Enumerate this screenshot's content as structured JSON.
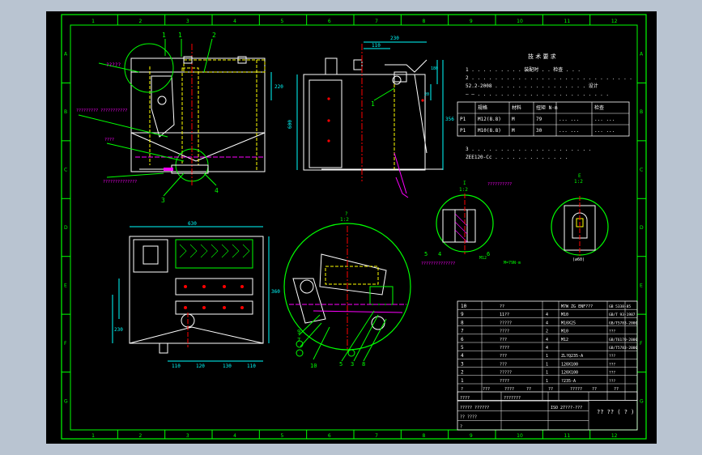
{
  "app": {
    "canvas_bg": "#000000",
    "window_bg": "#b9c4d1",
    "colors": {
      "frame": "#00ff00",
      "outline": "#ffffff",
      "hidden": "#ffff00",
      "center": "#ff0000",
      "section": "#ff00ff",
      "dim": "#00ffff",
      "hatch": "#00ff00"
    }
  },
  "border": {
    "top_zones": [
      "1",
      "2",
      "3",
      "4",
      "5",
      "6",
      "7",
      "8",
      "9",
      "10",
      "11",
      "12"
    ],
    "side_zones": [
      "A",
      "B",
      "C",
      "D",
      "E",
      "F",
      "G"
    ]
  },
  "views": {
    "front": {
      "part_labels": [
        "1",
        "2",
        "3",
        "4"
      ],
      "callouts": [
        "?????",
        "?????????\n???????????",
        "????",
        "??????????????"
      ],
      "dims": [
        "220"
      ]
    },
    "side": {
      "dims": [
        "110",
        "230",
        "180",
        "600",
        "356",
        "20"
      ],
      "part_labels": [
        "1"
      ]
    },
    "bottom": {
      "dims": [
        "630",
        "110",
        "120",
        "130",
        "110",
        "360",
        "230"
      ]
    },
    "detail_2": {
      "title": "?",
      "scale": "1:2",
      "part_labels": [
        "7",
        "9",
        "10",
        "5",
        "3",
        "8",
        "6"
      ]
    },
    "section_1": {
      "title": "I",
      "scale": "1:2",
      "labels": [
        "??????????",
        "??????????????",
        "5",
        "4",
        "6",
        "M12",
        "M=79N·m"
      ]
    },
    "section_E": {
      "title": "E",
      "scale": "1:2",
      "labels": [
        "(∅60)"
      ]
    }
  },
  "tech_req": {
    "title": "技 术 要 求",
    "lines": [
      "1 . . . . . . . . . 装配时 . . 检查 . . .",
      "2 . . . . . . . . . . . . . . . . . . . . . . . . . . . .",
      "52.2-2008 . . . . . . . . . . . . . . . . 设计",
      "— — . . . . . . . . . . . . . . . . . . . . . . ."
    ],
    "table_headers": [
      "",
      "规格",
      "材料",
      "扭矩 N·m",
      "",
      "检查"
    ],
    "table_rows": [
      [
        "P1",
        "M12(8.8)",
        "M",
        "79",
        "... ...",
        "... ..."
      ],
      [
        "P1",
        "M10(8.8)",
        "M",
        "30",
        "... ...",
        "... ..."
      ]
    ],
    "after_lines": [
      "3 . . . . . . . . . . . . . . . . . . . . .",
      "ZEE120-Cc . . . . . . . . . . . . ."
    ]
  },
  "bom": {
    "rows": [
      {
        "no": "10",
        "code": "??",
        "name": "M7W ZG ENF???",
        "qty": "",
        "mat": "",
        "std": "GB 5338-85"
      },
      {
        "no": "9",
        "code": "11??",
        "name": "M10",
        "qty": "4",
        "mat": "",
        "std": "GB/T 93-1987"
      },
      {
        "no": "8",
        "code": "?????",
        "name": "M10X25",
        "qty": "4",
        "mat": "",
        "std": "GB/T5783-2000"
      },
      {
        "no": "7",
        "code": "????",
        "name": "M10",
        "qty": "2",
        "mat": "",
        "std": "???"
      },
      {
        "no": "6",
        "code": "???",
        "name": "M12",
        "qty": "4",
        "mat": "",
        "std": "GB/T6170-2000"
      },
      {
        "no": "5",
        "code": "????",
        "name": "",
        "qty": "4",
        "mat": "",
        "std": "GB/T5783-2000"
      },
      {
        "no": "4",
        "code": "???",
        "name": "ZL?Q235-A",
        "qty": "1",
        "mat": "",
        "std": "???"
      },
      {
        "no": "3",
        "code": "???",
        "name": "120X100",
        "qty": "1",
        "mat": "",
        "std": "???"
      },
      {
        "no": "2",
        "code": "?????",
        "name": "120X100",
        "qty": "1",
        "mat": "",
        "std": "???"
      },
      {
        "no": "1",
        "code": "????",
        "name": "?235-A",
        "qty": "1",
        "mat": "",
        "std": "???"
      }
    ],
    "header": [
      "?",
      "???",
      "????",
      "??",
      "??",
      "?????",
      "??",
      "??"
    ],
    "title_block": {
      "drawing_name": "???????",
      "drawing_no": "ISO 27???-???",
      "sheet": "?? ?? ( ? )",
      "rows": [
        "????",
        "????? ??????",
        "??  ????",
        "?"
      ]
    }
  }
}
